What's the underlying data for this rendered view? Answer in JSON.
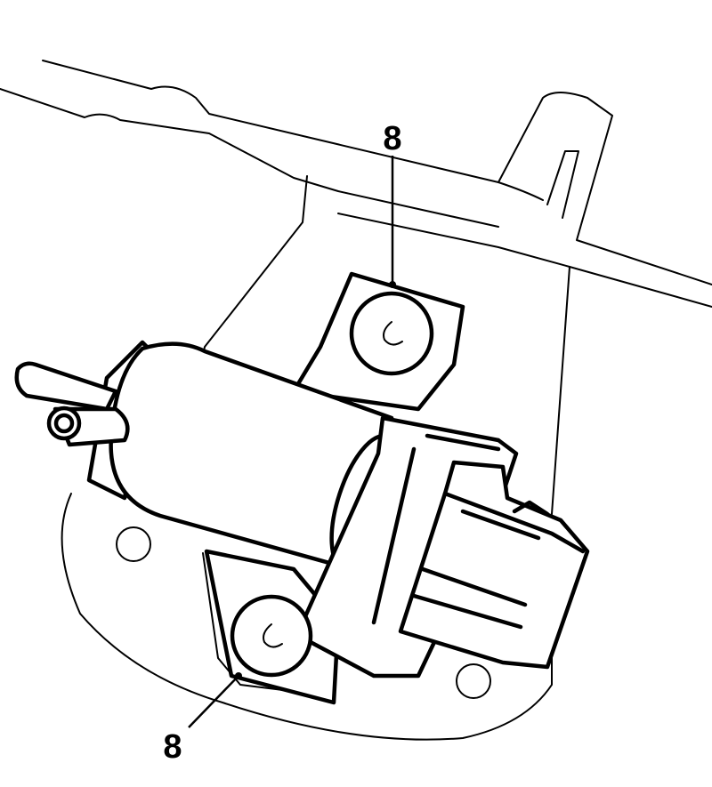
{
  "diagram": {
    "callouts": [
      {
        "label": "8",
        "target": "upper-mounting-bolt"
      },
      {
        "label": "8",
        "target": "lower-mounting-bolt"
      }
    ],
    "colors": {
      "line": "#000000",
      "background": "#ffffff"
    }
  }
}
